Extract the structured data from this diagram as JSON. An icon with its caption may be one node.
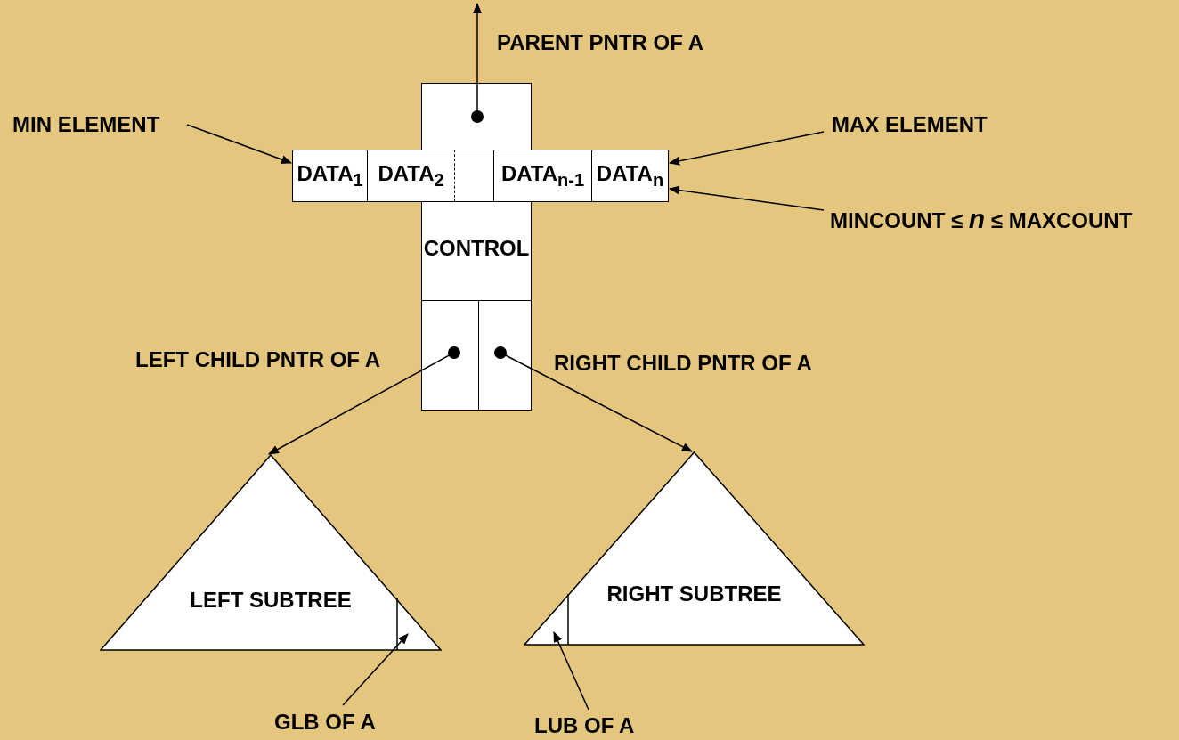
{
  "diagram": {
    "nodes": [
      {
        "text": [],
        "shape": "box"
      },
      {
        "text": [
          "DATA$_{1}$"
        ]
      },
      {
        "text": [
          "DATA$_{2}$"
        ]
      },
      {
        "text": [],
        "shape": "box"
      },
      {
        "text": [
          "DATA$_{n-1}$"
        ]
      },
      {
        "text": [
          "DATA$_{n}$"
        ]
      },
      {
        "text": [
          "CONTROL"
        ]
      },
      {
        "text": [],
        "shape": "box"
      },
      {
        "text": [],
        "shape": "box"
      },
      {
        "text": [
          "LEFT SUBTREE"
        ]
      },
      {
        "text": [
          "RIGHT SUBTREE"
        ]
      },
      {
        "text": [
          "MIN ELEMENT"
        ]
      },
      {
        "text": [
          "MAX ELEMENT"
        ]
      },
      {
        "text": [
          "MINCOUNT ≤ *n* ≤ MAXCOUNT"
        ]
      },
      {
        "text": [
          "GLB OF A"
        ]
      },
      {
        "text": [
          "LUB OF A"
        ]
      }
    ],
    "edges": [
      {
        "from": 0,
        "to": null,
        "arrow": "to"
      },
      {
        "from": 11,
        "to": 1,
        "arrow": "to"
      },
      {
        "from": 12,
        "to": 5,
        "arrow": "to"
      },
      {
        "from": 13,
        "to": 5,
        "arrow": "to"
      },
      {
        "from": 7,
        "to": 9,
        "arrow": "to"
      },
      {
        "from": 8,
        "to": 10,
        "arrow": "to"
      },
      {
        "from": 14,
        "to": 9,
        "arrow": "to"
      },
      {
        "from": 15,
        "to": 10,
        "arrow": "to"
      }
    ],
    "labels": [
      "PARENT PNTR OF A",
      "LEFT CHILD PNTR OF A",
      "RIGHT CHILD PNTR OF A"
    ]
  }
}
